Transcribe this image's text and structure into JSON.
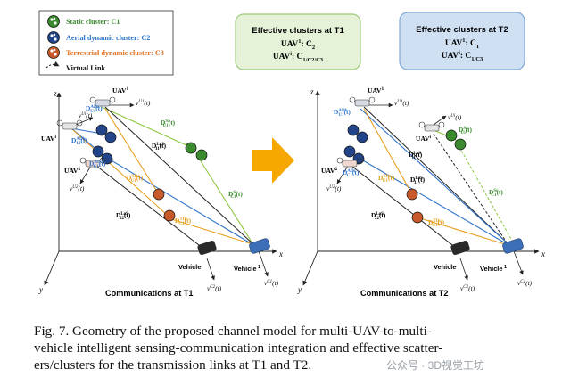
{
  "legend": {
    "static": "Static cluster: C1",
    "aerial": "Aerial dynamic cluster: C2",
    "terrestrial": "Terrestrial dynamic cluster: C3",
    "virtual": "Virtual Link"
  },
  "boxes": {
    "t1": {
      "title": "Effective clusters at T1",
      "l1a": "UAV",
      "l1b": ": C",
      "l1c": "2",
      "l2a": "UAV",
      "l2b": ": C",
      "l2c": "1/C2/C3"
    },
    "t2": {
      "title": "Effective clusters at T2",
      "l1a": "UAV",
      "l1b": ": C",
      "l1c": "1",
      "l2a": "UAV",
      "l2b": ": C",
      "l2c": "1/C3"
    }
  },
  "panels": {
    "left_title": "Communications at T1",
    "right_title": "Communications at T2"
  },
  "labels": {
    "uav": "UAV",
    "vehicle": "Vehicle",
    "z": "z",
    "x": "x",
    "y": "y"
  },
  "caption": {
    "line1": "Fig. 7.  Geometry of the proposed channel model for multi-UAV-to-multi-",
    "line2": "vehicle intelligent sensing-communication integration and effective scatter-",
    "line3": "ers/clusters for the transmission links at T1 and T2."
  },
  "watermark": "公众号 · 3D视觉工坊",
  "colors": {
    "green": "#8cc63e",
    "blue": "#2e73c9",
    "orange": "#e8a020",
    "box1_fill": "#e6f2d8",
    "box1_stroke": "#9bc97a",
    "box2_fill": "#cfe0f3",
    "box2_stroke": "#7fa8d6",
    "arrow": "#f7a800"
  }
}
